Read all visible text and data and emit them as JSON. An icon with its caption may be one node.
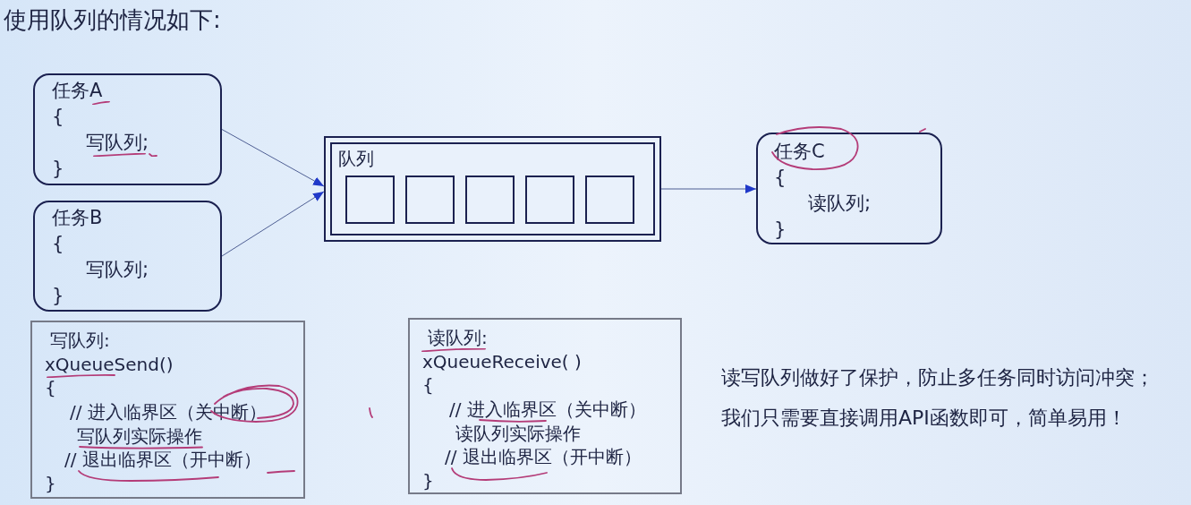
{
  "diagram": {
    "title": "使用队列的情况如下:",
    "nodes": [
      {
        "text": [
          "任务A",
          "{",
          "写队列;",
          "}"
        ]
      },
      {
        "text": [
          "任务B",
          "{",
          "写队列;",
          "}"
        ]
      },
      {
        "text": [
          "队列"
        ]
      },
      {
        "text": [],
        "shape": "box",
        "in": 2
      },
      {
        "text": [],
        "shape": "box",
        "in": 2
      },
      {
        "text": [],
        "shape": "box",
        "in": 2
      },
      {
        "text": [],
        "shape": "box",
        "in": 2
      },
      {
        "text": [],
        "shape": "box",
        "in": 2
      },
      {
        "text": [
          "任务C",
          "{",
          "读队列;",
          "}"
        ]
      },
      {
        "text": [
          "写队列:",
          "xQueueSend()",
          "{",
          "// 进入临界区（关中断）",
          "写队列实际操作",
          "// 退出临界区（开中断）",
          "}"
        ]
      },
      {
        "text": [
          "读队列:",
          "xQueueReceive( )",
          "{",
          "// 进入临界区（关中断）",
          "读队列实际操作",
          "// 退出临界区（开中断）",
          "}"
        ]
      }
    ],
    "edges": [
      {
        "from": 0,
        "to": 2,
        "arrow": "to"
      },
      {
        "from": 1,
        "to": 2,
        "arrow": "to"
      },
      {
        "from": 2,
        "to": 8,
        "arrow": "to"
      }
    ],
    "labels": [
      "读写队列做好了保护，防止多任务同时访问冲突；",
      "我们只需要直接调用API函数即可，简单易用！"
    ]
  }
}
